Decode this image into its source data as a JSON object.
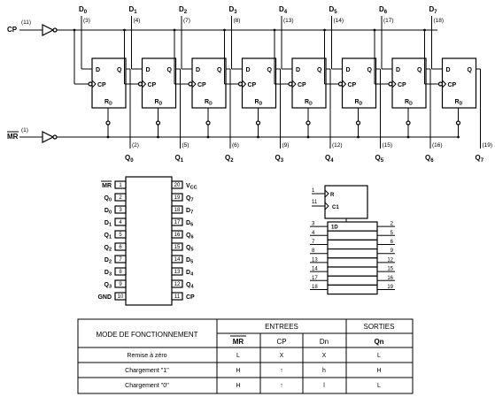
{
  "logic": {
    "cp_label": "CP",
    "cp_pin": "(11)",
    "mr_label": "MR",
    "mr_pin": "(1)",
    "flipflops": [
      {
        "d": "D0",
        "d_pin": "(3)",
        "q": "Q0",
        "q_pin": "(2)"
      },
      {
        "d": "D1",
        "d_pin": "(4)",
        "q": "Q1",
        "q_pin": "(5)"
      },
      {
        "d": "D2",
        "d_pin": "(7)",
        "q": "Q2",
        "q_pin": "(6)"
      },
      {
        "d": "D3",
        "d_pin": "(8)",
        "q": "Q3",
        "q_pin": "(9)"
      },
      {
        "d": "D4",
        "d_pin": "(13)",
        "q": "Q4",
        "q_pin": "(12)"
      },
      {
        "d": "D5",
        "d_pin": "(14)",
        "q": "Q5",
        "q_pin": "(15)"
      },
      {
        "d": "D6",
        "d_pin": "(17)",
        "q": "Q6",
        "q_pin": "(16)"
      },
      {
        "d": "D7",
        "d_pin": "(18)",
        "q": "Q7",
        "q_pin": "(19)"
      }
    ],
    "ff_labels": {
      "d": "D",
      "q": "Q",
      "cp": "CP",
      "rd": "RD"
    }
  },
  "pinout": {
    "left": [
      {
        "name": "MR",
        "num": "1"
      },
      {
        "name": "Q0",
        "num": "2"
      },
      {
        "name": "D0",
        "num": "3"
      },
      {
        "name": "D1",
        "num": "4"
      },
      {
        "name": "Q1",
        "num": "5"
      },
      {
        "name": "Q2",
        "num": "6"
      },
      {
        "name": "D2",
        "num": "7"
      },
      {
        "name": "D3",
        "num": "8"
      },
      {
        "name": "Q3",
        "num": "9"
      },
      {
        "name": "GND",
        "num": "10"
      }
    ],
    "right": [
      {
        "name": "VCC",
        "num": "20"
      },
      {
        "name": "Q7",
        "num": "19"
      },
      {
        "name": "D7",
        "num": "18"
      },
      {
        "name": "D6",
        "num": "17"
      },
      {
        "name": "Q6",
        "num": "16"
      },
      {
        "name": "Q5",
        "num": "15"
      },
      {
        "name": "D5",
        "num": "14"
      },
      {
        "name": "D4",
        "num": "13"
      },
      {
        "name": "Q4",
        "num": "12"
      },
      {
        "name": "CP",
        "num": "11"
      }
    ]
  },
  "ieee_symbol": {
    "r_label": "R",
    "c_label": "C1",
    "d_label": "1D",
    "r_pin": "1",
    "c_pin": "11",
    "inputs": [
      "3",
      "4",
      "7",
      "8",
      "13",
      "14",
      "17",
      "18"
    ],
    "outputs": [
      "2",
      "5",
      "6",
      "9",
      "12",
      "15",
      "16",
      "19"
    ]
  },
  "table": {
    "col_mode": "MODE DE FONCTIONNEMENT",
    "group_inputs": "ENTREES",
    "group_outputs": "SORTIES",
    "sub_headers": [
      "MR",
      "CP",
      "Dn",
      "Qn"
    ],
    "rows": [
      {
        "mode": "Remise à zéro",
        "mr": "L",
        "cp": "X",
        "dn": "X",
        "qn": "L"
      },
      {
        "mode": "Chargement ''1''",
        "mr": "H",
        "cp": "↑",
        "dn": "h",
        "qn": "H"
      },
      {
        "mode": "Chargement ''0''",
        "mr": "H",
        "cp": "↑",
        "dn": "l",
        "qn": "L"
      }
    ]
  }
}
